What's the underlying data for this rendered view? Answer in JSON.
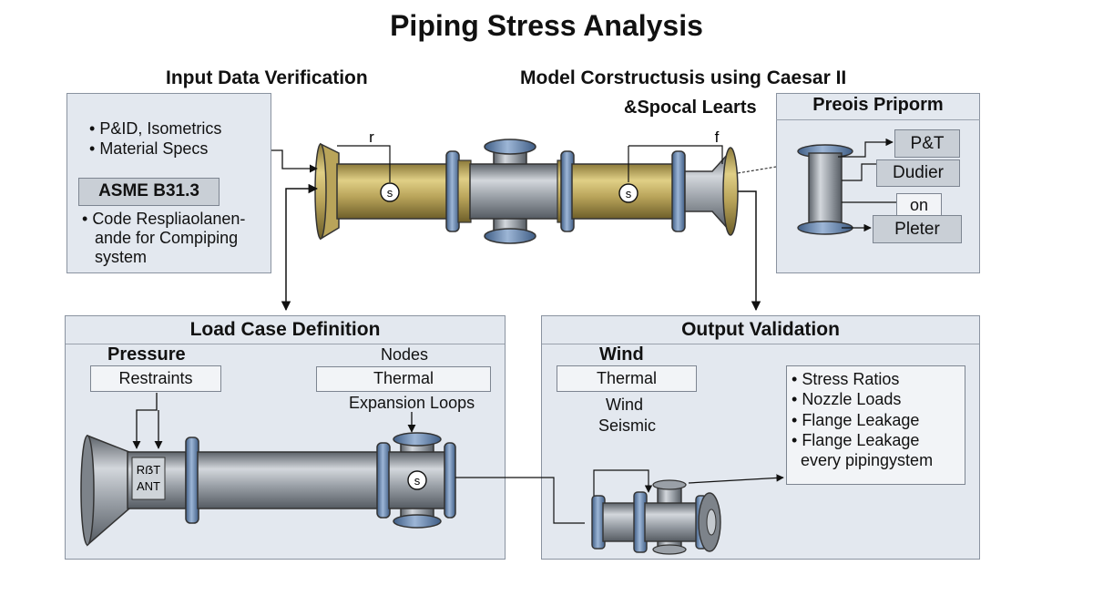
{
  "title": "Piping Stress Analysis",
  "top_headings": {
    "input": "Input Data Verification",
    "model": "Model Corstructusis using Caesar II",
    "special": "&Spocal Learts"
  },
  "input_panel": {
    "bullets": [
      "P&ID, Isometrics",
      "Material Specs"
    ],
    "code_box": "ASME B31.3",
    "code_bullet_lines": [
      "Code Respliaolanen-",
      "ande for Compiping",
      "system"
    ]
  },
  "pipe_labels": {
    "r": "r",
    "f": "f",
    "s": "s"
  },
  "preois_panel": {
    "title": "Preois Priporm",
    "boxes": [
      "P&T",
      "Dudier",
      "on",
      "Pleter"
    ]
  },
  "load_panel": {
    "title": "Load Case Definition",
    "pressure": "Pressure",
    "restraints": "Restraints",
    "nodes": "Nodes",
    "thermal": "Thermal",
    "expansion": "Expansion Loops",
    "plate_lines": [
      "RẞT",
      "ANT"
    ]
  },
  "output_panel": {
    "title": "Output Validation",
    "wind_head": "Wind",
    "thermal": "Thermal",
    "wind": "Wind",
    "seismic": "Seismic",
    "results": [
      "Stress Ratios",
      "Nozzle Loads",
      "Flange Leakage",
      "Flange Leakage"
    ],
    "results_extra": "every pipingystem"
  },
  "colors": {
    "pipe_gold": "#b9a45a",
    "pipe_steel": "#8e959d",
    "flange_blue": "#5f7fa8",
    "panel_bg": "#e3e8ef"
  }
}
